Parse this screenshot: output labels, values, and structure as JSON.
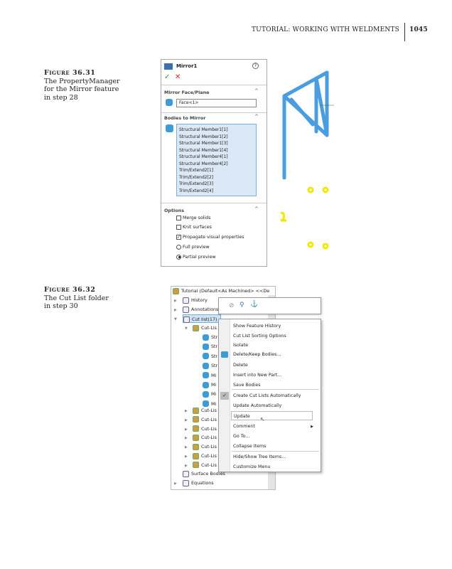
{
  "header": {
    "running_title": "TUTORIAL: WORKING WITH WELDMENTS",
    "page_number": "1045"
  },
  "figure1": {
    "label": "Figure 36.31",
    "caption": [
      "The PropertyManager",
      "for the Mirror feature",
      "in step 28"
    ],
    "panel": {
      "title": "Mirror1",
      "help": "?",
      "ok": "✓",
      "cancel": "✕",
      "mirror_face": {
        "label": "Mirror Face/Plane",
        "value": "Face<1>"
      },
      "bodies": {
        "label": "Bodies to Mirror",
        "items": [
          "Structural Member1[1]",
          "Structural Member1[2]",
          "Structural Member1[3]",
          "Structural Member1[4]",
          "Structural Member4[1]",
          "Structural Member4[2]",
          "Trim/Extend2[1]",
          "Trim/Extend2[2]",
          "Trim/Extend2[3]",
          "Trim/Extend2[4]"
        ]
      },
      "options": {
        "label": "Options",
        "checkboxes": [
          {
            "label": "Merge solids",
            "checked": false
          },
          {
            "label": "Knit surfaces",
            "checked": false
          },
          {
            "label": "Propagate visual properties",
            "checked": true
          }
        ],
        "radios": [
          {
            "label": "Full preview",
            "selected": false
          },
          {
            "label": "Partial preview",
            "selected": true
          }
        ]
      }
    }
  },
  "figure2": {
    "label": "Figure 36.32",
    "caption": [
      "The Cut List folder",
      "in step 30"
    ],
    "tree": {
      "root": "Tutorial  (Default<As Machined> <<De",
      "history": "History",
      "annotations": "Annotations",
      "cut_list": "Cut list(17)",
      "cut_list_item": "Cut-Lis",
      "bodies": [
        "Str",
        "Str",
        "Str",
        "Str",
        "Mi",
        "Mi",
        "Mi",
        "Mi"
      ],
      "cut_lists": [
        "Cut-Lis",
        "Cut-Lis",
        "Cut-Lis",
        "Cut-Lis",
        "Cut-Lis",
        "Cut-Lis",
        "Cut-Lis"
      ],
      "surface_bodies": "Surface Bodies",
      "equations": "Equations"
    },
    "menu": {
      "items": [
        "Show Feature History",
        "Cut List Sorting Options",
        "Isolate",
        "Delete/Keep Bodies...",
        "Delete",
        "Insert into New Part...",
        "Save Bodies",
        "Create Cut Lists Automatically",
        "Update Automatically",
        "Update",
        "Comment",
        "Go To...",
        "Collapse Items",
        "Hide/Show Tree Items...",
        "Customize Menu"
      ],
      "checked": "Create Cut Lists Automatically",
      "hovered": "Update"
    }
  },
  "colors": {
    "accent": "#3d9bd6",
    "highlight": "#dbe8f5",
    "marker": "#f5e600"
  }
}
